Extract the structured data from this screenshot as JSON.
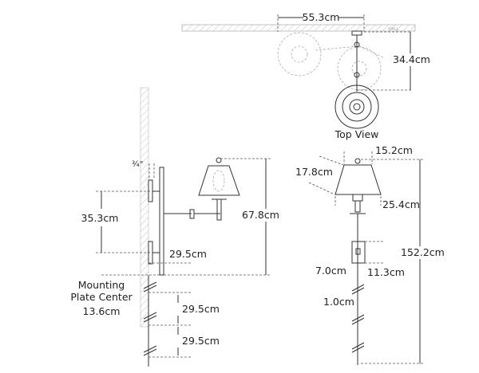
{
  "top_view": {
    "title": "Top View",
    "wall_label": "WALL",
    "width_dim": "55.3cm",
    "depth_dim": "34.4cm"
  },
  "side_view": {
    "wall_offset": "¾\"",
    "plate_spacing": "35.3cm",
    "height_dim": "67.8cm",
    "rod_segment_1": "29.5cm",
    "rod_segment_2": "29.5cm",
    "rod_segment_3": "29.5cm",
    "mounting_label_line1": "Mounting",
    "mounting_label_line2": "Plate Center",
    "mounting_value": "13.6cm"
  },
  "front_view": {
    "shade_top": "15.2cm",
    "shade_height": "17.8cm",
    "shade_bottom": "25.4cm",
    "overall_height": "152.2cm",
    "plate_width": "7.0cm",
    "plate_height": "11.3cm",
    "rod_diameter": "1.0cm"
  }
}
